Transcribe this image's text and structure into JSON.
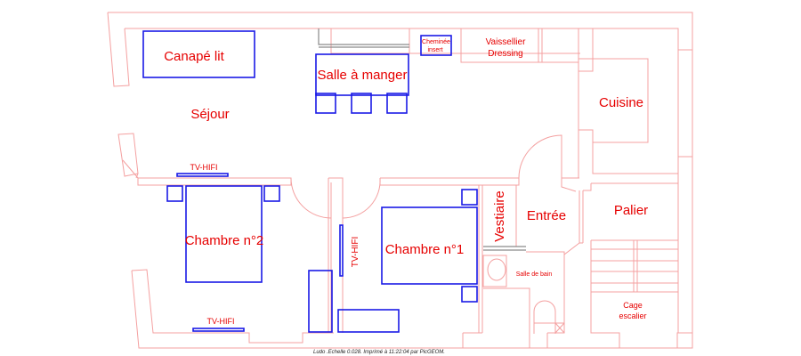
{
  "plan": {
    "rooms": {
      "sejour": "Séjour",
      "salle_a_manger": "Salle à manger",
      "cuisine": "Cuisine",
      "chambre2": "Chambre n°2",
      "chambre1": "Chambre n°1",
      "vestiaire": "Vestiaire",
      "entree": "Entrée",
      "palier": "Palier",
      "salle_de_bain": "Salle de bain",
      "cage_escalier_1": "Cage",
      "cage_escalier_2": "escalier"
    },
    "furniture": {
      "canape_lit": "Canapé lit",
      "cheminee_1": "Cheminée",
      "cheminee_2": "insert",
      "vaissellier_1": "Vaissellier",
      "vaissellier_2": "Dressing",
      "tv_hifi_sejour": "TV-HIFI",
      "tv_hifi_chambre2": "TV-HIFI",
      "tv_hifi_chambre1": "TV-HIFI"
    },
    "footer": "Ludo   .Echelle 0.028. Imprimé à 11:22:04 par PicGEOM."
  },
  "colors": {
    "wall": "#f4a0a0",
    "furniture": "#1a1ae6",
    "label": "#e60000"
  }
}
